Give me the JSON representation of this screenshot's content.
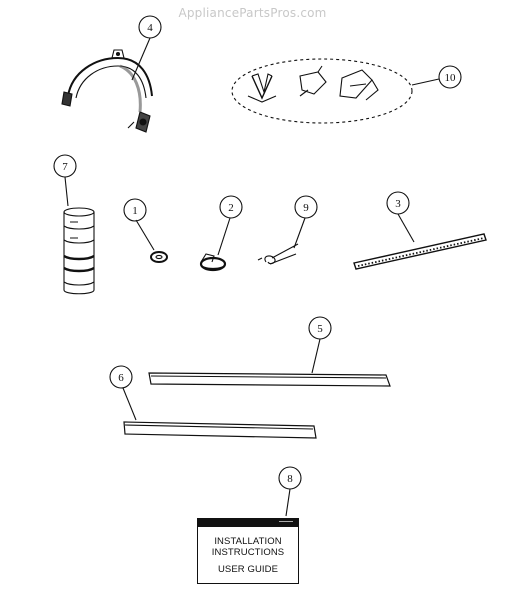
{
  "watermark": "AppliancePartsPros.com",
  "callouts": [
    "4",
    "10",
    "7",
    "1",
    "2",
    "9",
    "3",
    "5",
    "6",
    "8"
  ],
  "guide_lines": [
    "INSTALLATION",
    "INSTRUCTIONS",
    "USER GUIDE"
  ],
  "colors": {
    "ink": "#111111",
    "watermark": "#c8c8c8",
    "paper": "#ffffff"
  },
  "icons": [
    "clamp-bracket-icon",
    "bracket-set-icon",
    "drain-adapter-icon",
    "washer-icon",
    "hose-clamp-icon",
    "spring-clip-icon",
    "serrated-strip-icon",
    "trim-strip-icon",
    "manual-icon"
  ]
}
